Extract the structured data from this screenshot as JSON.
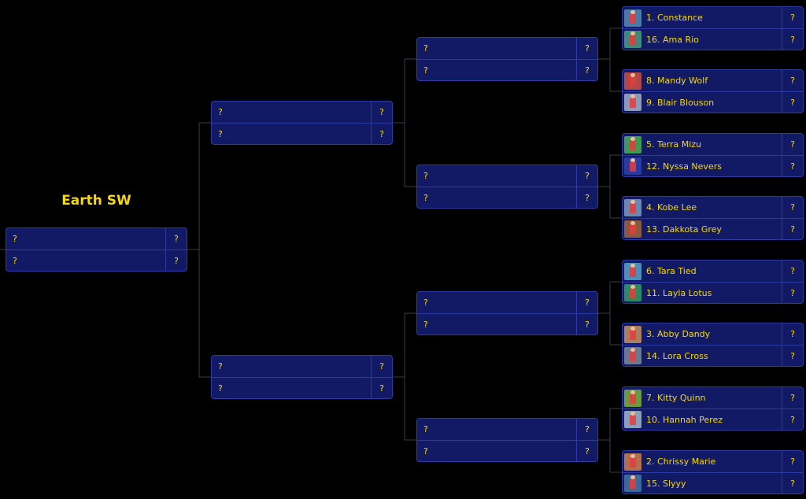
{
  "region": {
    "title": "Earth SW"
  },
  "placeholder": "?",
  "round1": [
    {
      "seed_label": "1. Constance",
      "score": "?",
      "thumb_color": "#4a7aa8"
    },
    {
      "seed_label": "16. Ama Rio",
      "score": "?",
      "thumb_color": "#3f8a7a"
    },
    {
      "seed_label": "8. Mandy Wolf",
      "score": "?",
      "thumb_color": "#b04848"
    },
    {
      "seed_label": "9. Blair Blouson",
      "score": "?",
      "thumb_color": "#8a9ab8"
    },
    {
      "seed_label": "5. Terra Mizu",
      "score": "?",
      "thumb_color": "#3f9a55"
    },
    {
      "seed_label": "12. Nyssa Nevers",
      "score": "?",
      "thumb_color": "#2a3aa0"
    },
    {
      "seed_label": "4. Kobe Lee",
      "score": "?",
      "thumb_color": "#6a88b0"
    },
    {
      "seed_label": "13. Dakkota Grey",
      "score": "?",
      "thumb_color": "#8a5a40"
    },
    {
      "seed_label": "6. Tara Tied",
      "score": "?",
      "thumb_color": "#4a90b8"
    },
    {
      "seed_label": "11. Layla Lotus",
      "score": "?",
      "thumb_color": "#2a8a60"
    },
    {
      "seed_label": "3. Abby Dandy",
      "score": "?",
      "thumb_color": "#a88060"
    },
    {
      "seed_label": "14. Lora Cross",
      "score": "?",
      "thumb_color": "#6a7890"
    },
    {
      "seed_label": "7. Kitty Quinn",
      "score": "?",
      "thumb_color": "#6a9a40"
    },
    {
      "seed_label": "10. Hannah Perez",
      "score": "?",
      "thumb_color": "#8aa0b8"
    },
    {
      "seed_label": "2. Chrissy Marie",
      "score": "?",
      "thumb_color": "#b07050"
    },
    {
      "seed_label": "15. Slyyy",
      "score": "?",
      "thumb_color": "#3a6a9a"
    }
  ],
  "colors": {
    "background": "#000000",
    "match_fill": "#121a66",
    "match_border": "#2e3aa3",
    "text_accent": "#f5d90a",
    "connector": "#3a3a4a"
  }
}
